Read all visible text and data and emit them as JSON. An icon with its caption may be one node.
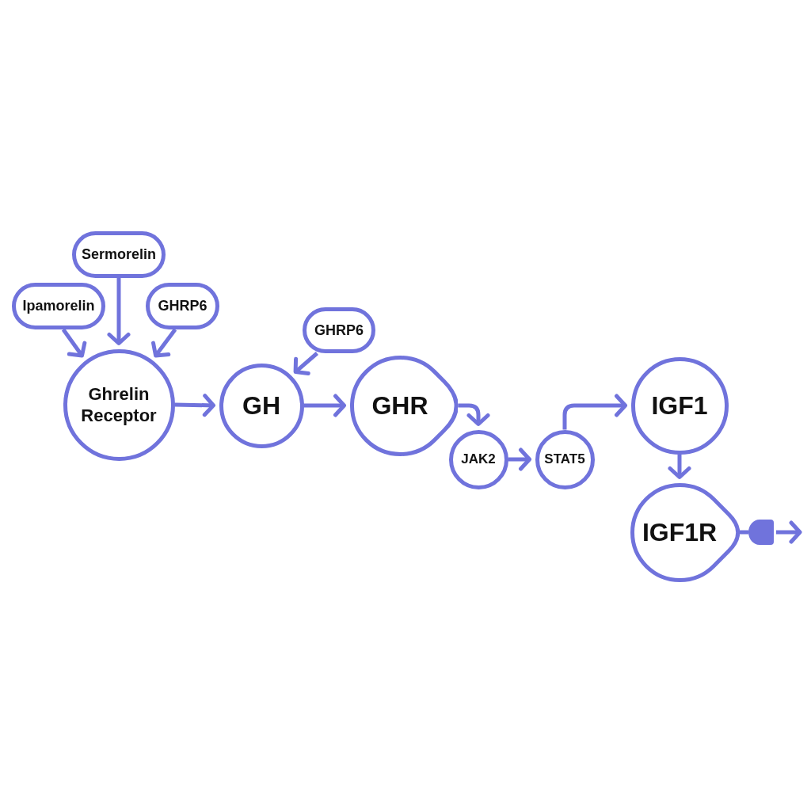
{
  "diagram": {
    "nodes": [
      {
        "text": [
          "Sermorelin"
        ]
      },
      {
        "text": [
          "Ipamorelin"
        ]
      },
      {
        "text": [
          "GHRP6"
        ]
      },
      {
        "text": [
          "Ghrelin Receptor"
        ]
      },
      {
        "text": [
          "GHRP6"
        ]
      },
      {
        "text": [
          "GH"
        ]
      },
      {
        "text": [
          "GHR"
        ]
      },
      {
        "text": [
          "JAK2"
        ]
      },
      {
        "text": [
          "STAT5"
        ]
      },
      {
        "text": [
          "IGF1"
        ]
      },
      {
        "text": [
          "IGF1R"
        ]
      },
      {
        "text": [],
        "shape": "plug"
      }
    ],
    "edges": [
      {
        "from": 1,
        "to": 3,
        "arrow": "to"
      },
      {
        "from": 0,
        "to": 3,
        "arrow": "to"
      },
      {
        "from": 2,
        "to": 3,
        "arrow": "to"
      },
      {
        "from": 3,
        "to": 5,
        "arrow": "to"
      },
      {
        "from": 4,
        "to": 5,
        "arrow": "to"
      },
      {
        "from": 5,
        "to": 6,
        "arrow": "to"
      },
      {
        "from": 6,
        "to": 7,
        "arrow": "to"
      },
      {
        "from": 7,
        "to": 8,
        "arrow": "to"
      },
      {
        "from": 8,
        "to": 9,
        "arrow": "to"
      },
      {
        "from": 9,
        "to": 10,
        "arrow": "to"
      },
      {
        "from": 10,
        "to": 11,
        "arrow": "none"
      },
      {
        "from": 11,
        "to": null,
        "arrow": "to"
      }
    ]
  }
}
